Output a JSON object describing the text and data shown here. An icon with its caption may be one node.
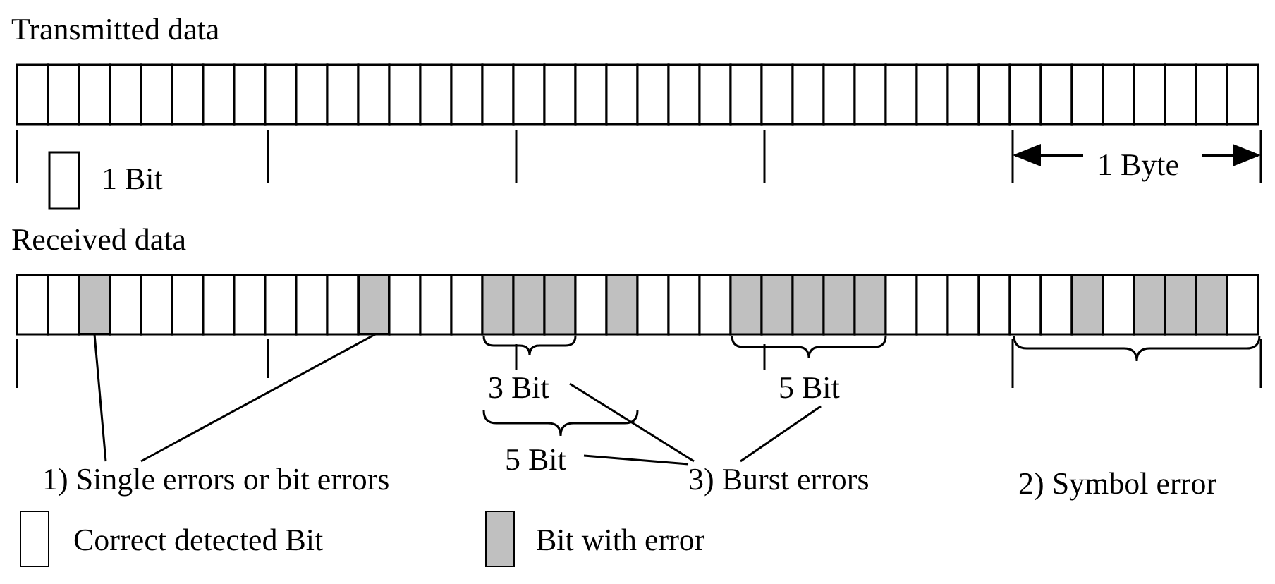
{
  "diagram": {
    "nodes": [
      {
        "text": [
          "1) Single errors or bit errors"
        ]
      },
      {
        "text": [],
        "shape": "box"
      },
      {
        "text": [],
        "shape": "box"
      },
      {
        "text": [
          "3 Bit"
        ]
      },
      {
        "text": [
          "5 Bit"
        ]
      },
      {
        "text": [
          "5 Bit"
        ]
      },
      {
        "text": [
          "3) Burst errors"
        ]
      }
    ],
    "edges": [
      {
        "from": 0,
        "to": 1,
        "arrow": "none"
      },
      {
        "from": 0,
        "to": 2,
        "arrow": "none"
      },
      {
        "from": 6,
        "to": 3,
        "arrow": "none"
      },
      {
        "from": 6,
        "to": 4,
        "arrow": "none"
      },
      {
        "from": 6,
        "to": 5,
        "arrow": "none"
      }
    ],
    "labels": [
      "Transmitted data",
      "1 Bit",
      "1 Byte",
      "Received data",
      "2) Symbol error"
    ],
    "legend": [
      {
        "text": "Correct detected Bit",
        "color": "#ffffff"
      },
      {
        "text": "Bit with error",
        "color": "#c0c0c0"
      }
    ]
  }
}
